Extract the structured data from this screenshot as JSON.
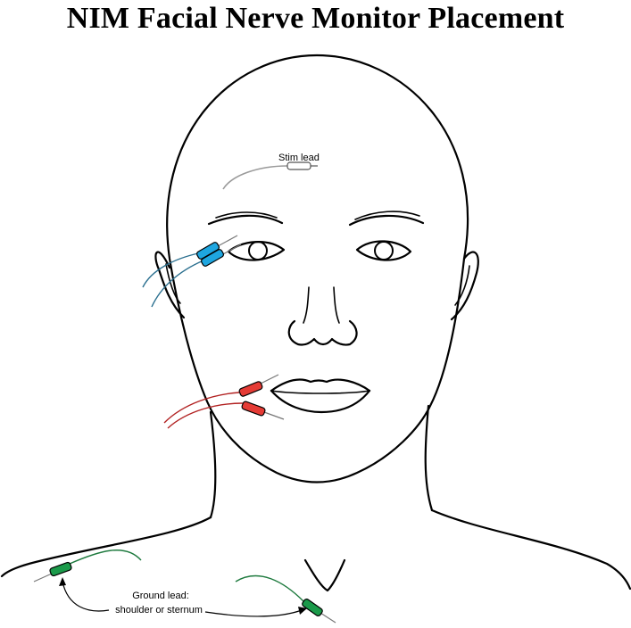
{
  "title": "NIM Facial Nerve Monitor Placement",
  "labels": {
    "stim_lead": "Stim lead",
    "ground_lead_line1": "Ground lead:",
    "ground_lead_line2": "shoulder or sternum"
  },
  "colors": {
    "eye_electrodes": "#1ea6e0",
    "eye_wires": "#2a6f8f",
    "mouth_electrodes": "#e53b35",
    "mouth_wires": "#b22222",
    "ground_electrodes": "#1b9a4a",
    "ground_wires": "#1e7a3e",
    "stim_wire": "#9a9a9a"
  },
  "electrodes": [
    {
      "id": "orbicularis-oculi-pair",
      "color_key": "eye_electrodes",
      "count": 2
    },
    {
      "id": "orbicularis-oris-pair",
      "color_key": "mouth_electrodes",
      "count": 2
    },
    {
      "id": "ground-pair",
      "color_key": "ground_electrodes",
      "count": 2
    }
  ]
}
